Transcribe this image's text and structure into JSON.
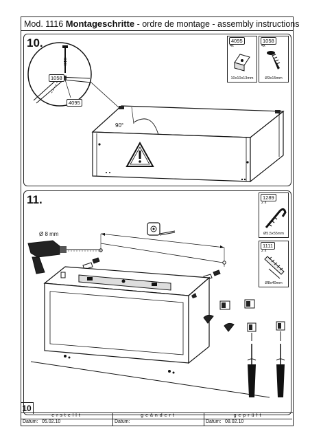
{
  "header": {
    "model": "Mod. 1116",
    "title": "Montageschritte",
    "subtitle": " - ordre de montage - assembly instructions"
  },
  "step10": {
    "number": "10.",
    "callout_part_a": "1058",
    "callout_part_b": "4095",
    "angle": "90°",
    "parts": [
      {
        "id": "4095",
        "qty": "4x",
        "dim": "10x10x13mm"
      },
      {
        "id": "1058",
        "qty": "4x",
        "dim": "Ø3x15mm"
      }
    ]
  },
  "step11": {
    "number": "11.",
    "drill_label": "Ø 8 mm",
    "parts": [
      {
        "id": "1289",
        "qty": "2 x",
        "dim": "Ø5,5x55mm"
      },
      {
        "id": "1111",
        "qty": "2 x",
        "dim": "Ø8x40mm"
      }
    ]
  },
  "page_number": "10",
  "footer": {
    "created_label": "erstellt",
    "created_date_label": "Datum:",
    "created_date": "05.02.10",
    "changed_label": "geändert",
    "changed_date_label": "Datum:",
    "changed_date": "",
    "checked_label": "geprüft",
    "checked_date_label": "Datum:",
    "checked_date": "08.02.10"
  }
}
